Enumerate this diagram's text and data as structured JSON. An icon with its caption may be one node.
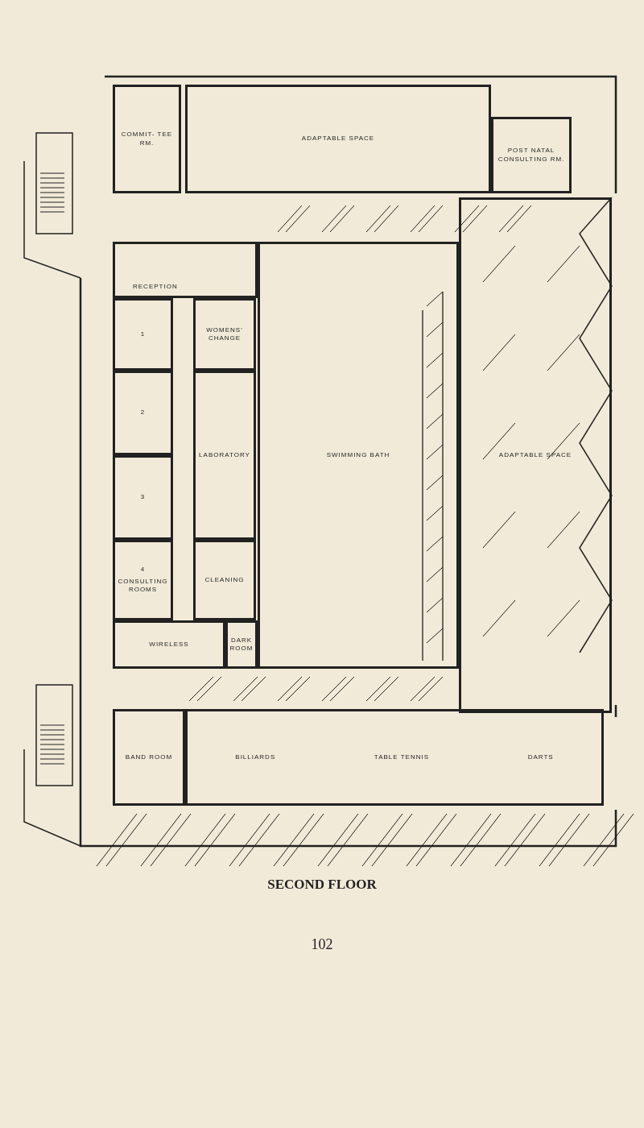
{
  "diagram": {
    "title": "SECOND FLOOR",
    "nodes": [
      {
        "text": [
          "COMMIT- TEE RM."
        ]
      },
      {
        "text": [
          "ADAPTABLE SPACE"
        ]
      },
      {
        "text": [
          "POST NATAL CONSULTING RM."
        ]
      },
      {
        "text": [
          "RECEPTION"
        ]
      },
      {
        "text": [
          "1"
        ]
      },
      {
        "text": [
          "WOMENS' CHANGE"
        ]
      },
      {
        "text": [
          "2"
        ]
      },
      {
        "text": [
          "3"
        ]
      },
      {
        "text": [
          "LABORATORY"
        ]
      },
      {
        "text": [
          "SWIMMING BATH"
        ]
      },
      {
        "text": [
          "ADAPTABLE SPACE"
        ]
      },
      {
        "text": [
          "4",
          "CONSULTING ROOMS"
        ]
      },
      {
        "text": [
          "CLEANING"
        ]
      },
      {
        "text": [
          "WIRELESS"
        ]
      },
      {
        "text": [
          "DARK ROOM"
        ]
      },
      {
        "text": [
          "BAND ROOM"
        ]
      },
      {
        "text": [
          "BILLIARDS",
          "TABLE TENNIS",
          "DARTS"
        ]
      }
    ],
    "labels": [
      "102"
    ]
  }
}
